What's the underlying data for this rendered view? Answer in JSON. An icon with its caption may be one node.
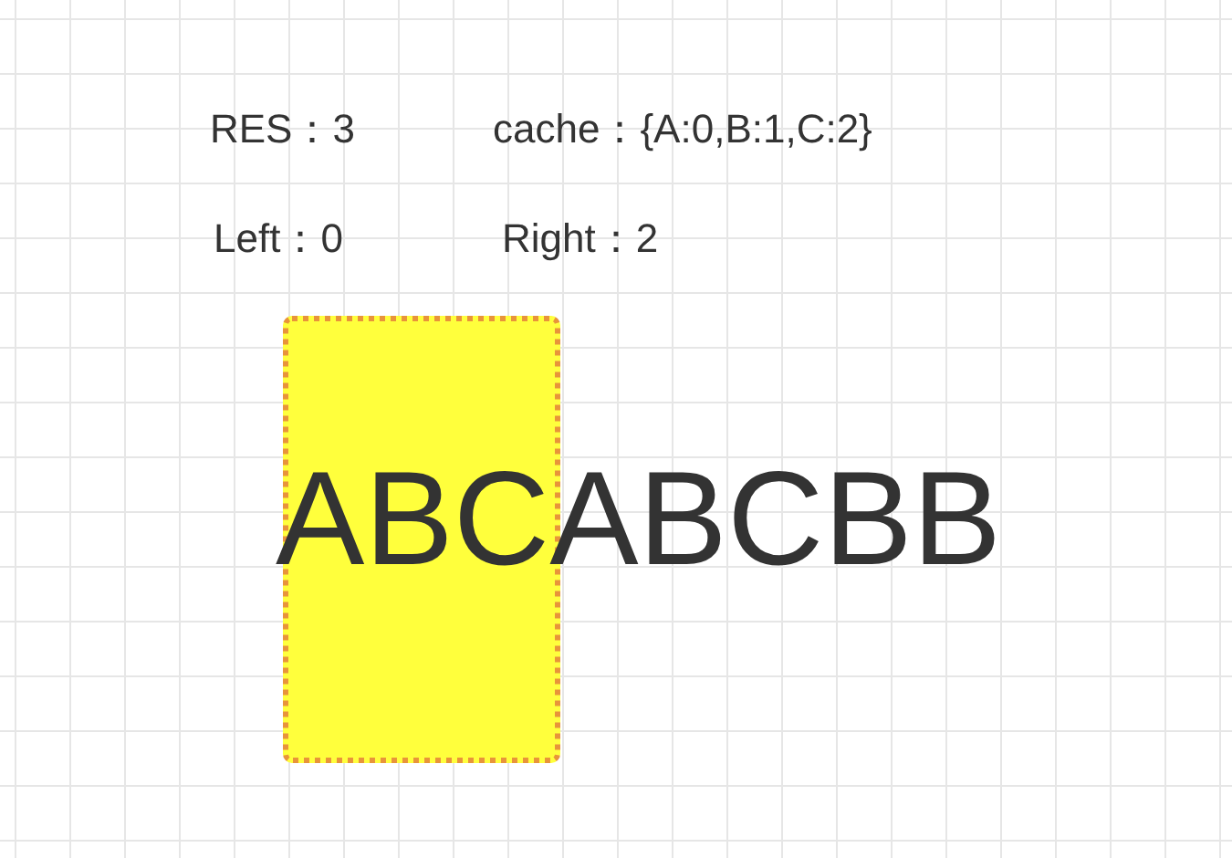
{
  "diagram": {
    "labels": [
      "RES：3",
      "cache：{A:0,B:1,C:2}",
      "Left：0",
      "Right：2",
      "ABCABCBB"
    ]
  }
}
